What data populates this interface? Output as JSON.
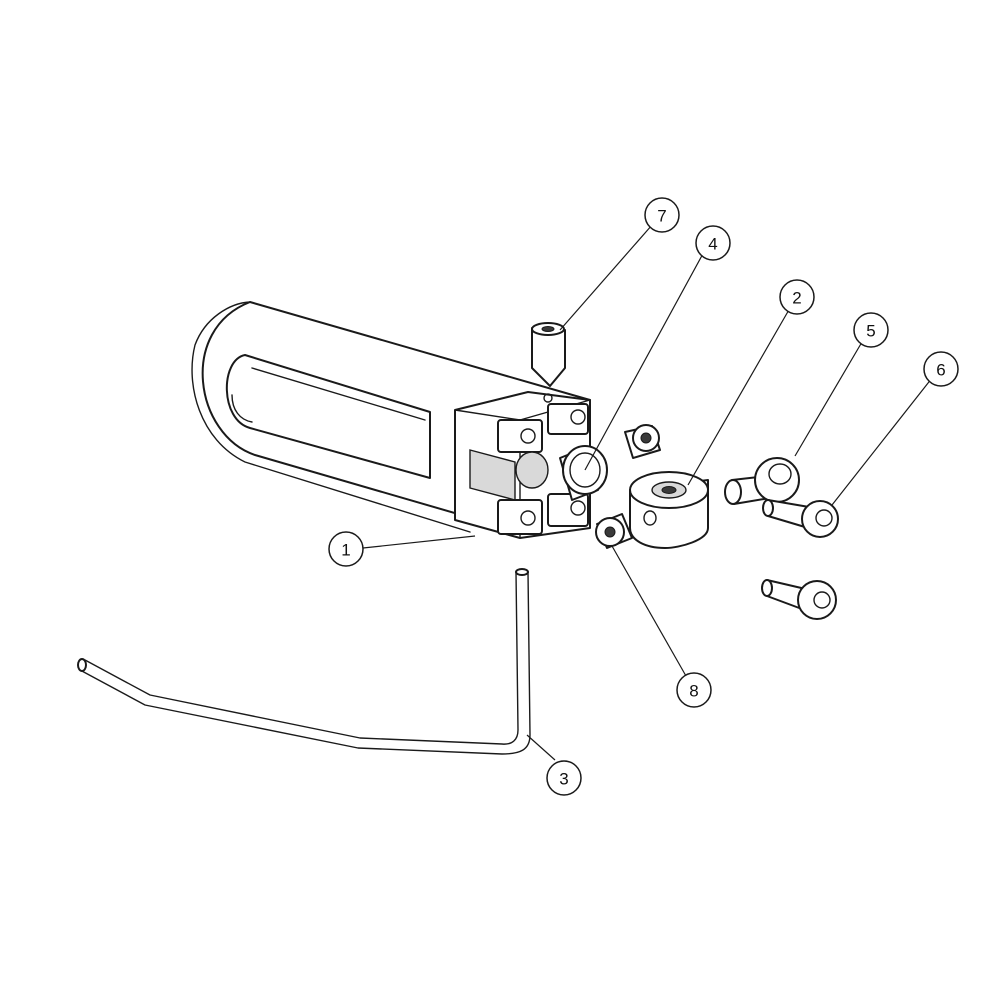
{
  "callouts": [
    {
      "id": "1",
      "label": "1"
    },
    {
      "id": "2",
      "label": "2"
    },
    {
      "id": "3",
      "label": "3"
    },
    {
      "id": "4",
      "label": "4"
    },
    {
      "id": "5",
      "label": "5"
    },
    {
      "id": "6",
      "label": "6"
    },
    {
      "id": "7",
      "label": "7"
    },
    {
      "id": "8",
      "label": "8"
    }
  ],
  "parts": {
    "1": "bracket-body",
    "2": "collar",
    "3": "bent-rod",
    "4": "pivot-pin",
    "5": "ball-stud",
    "6": "cap-screw",
    "7": "set-screw",
    "8": "nut"
  }
}
